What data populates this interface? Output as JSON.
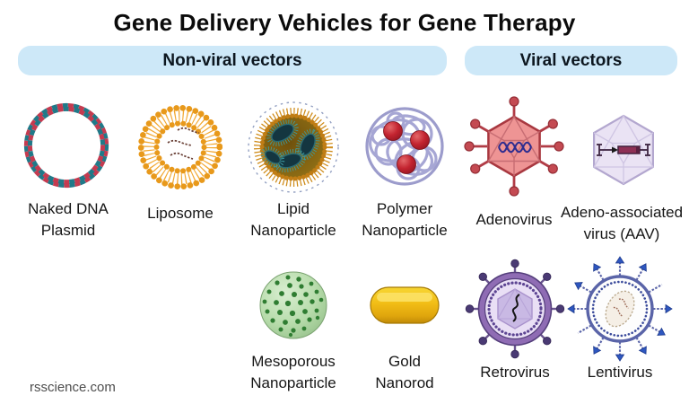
{
  "title": "Gene Delivery Vehicles for Gene Therapy",
  "watermark": "rsscience.com",
  "sections": [
    {
      "label": "Non-viral vectors",
      "items": [
        {
          "id": "naked-dna-plasmid",
          "label": "Naked DNA\nPlasmid"
        },
        {
          "id": "liposome",
          "label": "Liposome"
        },
        {
          "id": "lipid-nanoparticle",
          "label": "Lipid\nNanoparticle"
        },
        {
          "id": "polymer-nanoparticle",
          "label": "Polymer\nNanoparticle"
        },
        {
          "id": "mesoporous-nanoparticle",
          "label": "Mesoporous\nNanoparticle"
        },
        {
          "id": "gold-nanorod",
          "label": "Gold\nNanorod"
        }
      ]
    },
    {
      "label": "Viral vectors",
      "items": [
        {
          "id": "adenovirus",
          "label": "Adenovirus"
        },
        {
          "id": "adeno-associated-virus",
          "label": "Adeno-associated\nvirus (AAV)"
        },
        {
          "id": "retrovirus",
          "label": "Retrovirus"
        },
        {
          "id": "lentivirus",
          "label": "Lentivirus"
        }
      ]
    }
  ],
  "colors": {
    "header_bg": "#cde8f8",
    "title_text": "#0b0b0b",
    "label_text": "#161616",
    "watermark_text": "#4d4d4d",
    "dna_red": "#c43b50",
    "dna_teal": "#207988",
    "liposome_orange": "#ec9c1b",
    "lipid_np_core": "#8a6a14",
    "lipid_np_cargo_teal": "#3d9ba0",
    "polymer_lavender": "#a6a6d4",
    "polymer_cargo_red": "#c32430",
    "adenovirus_red": "#ee9494",
    "aav_lavender": "#eae3f4",
    "mesoporous_green": "#b7dcab",
    "mesoporous_dot_green": "#2f7d32",
    "gold": "#f2bd16",
    "retrovirus_purple": "#8f6cb4",
    "lentivirus_blue": "#5a64a8"
  }
}
